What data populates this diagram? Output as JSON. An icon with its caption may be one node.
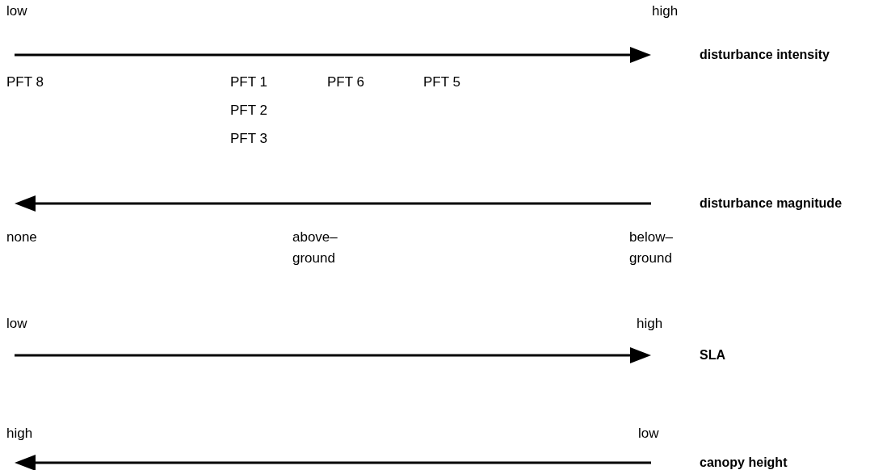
{
  "diagram": {
    "labels": [
      "low",
      "high",
      "disturbance intensity",
      "PFT 8",
      "PFT 1",
      "PFT 6",
      "PFT 5",
      "PFT 2",
      "PFT 3",
      "disturbance magnitude",
      "none",
      "above– ground",
      "below– ground",
      "low",
      "high",
      "SLA",
      "high",
      "low",
      "canopy height"
    ]
  }
}
